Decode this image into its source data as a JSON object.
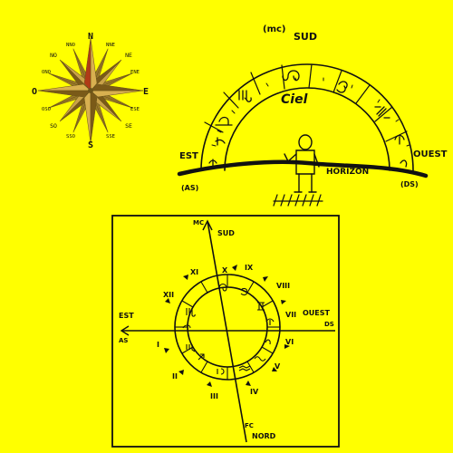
{
  "compass": {
    "north": "N",
    "south": "S",
    "east": "E",
    "west": "O",
    "nne": "NNE",
    "ne": "NE",
    "ene": "ENE",
    "ese": "ESE",
    "se": "SE",
    "sse": "SSE",
    "sso": "SSO",
    "so": "SO",
    "oso": "OSO",
    "ono": "ONO",
    "no": "NO",
    "nno": "NNO"
  },
  "sky": {
    "mc": "(mc)",
    "sud": "SUD",
    "ciel": "Ciel",
    "est": "EST",
    "ouest": "OUEST",
    "horizon": "HORIZON",
    "as": "(AS)",
    "ds": "(DS)"
  },
  "chart": {
    "mc": "MC",
    "sud": "SUD",
    "est": "EST",
    "as": "AS",
    "ouest": "OUEST",
    "ds": "DS",
    "fc": "FC",
    "nord": "NORD",
    "houses": [
      "I",
      "II",
      "III",
      "IV",
      "V",
      "VI",
      "VII",
      "VIII",
      "IX",
      "X",
      "XI",
      "XII"
    ]
  },
  "colors": {
    "background": "#ffff00",
    "ink": "#111111",
    "needle": "#b03a16",
    "star": "#8a6a1e"
  }
}
